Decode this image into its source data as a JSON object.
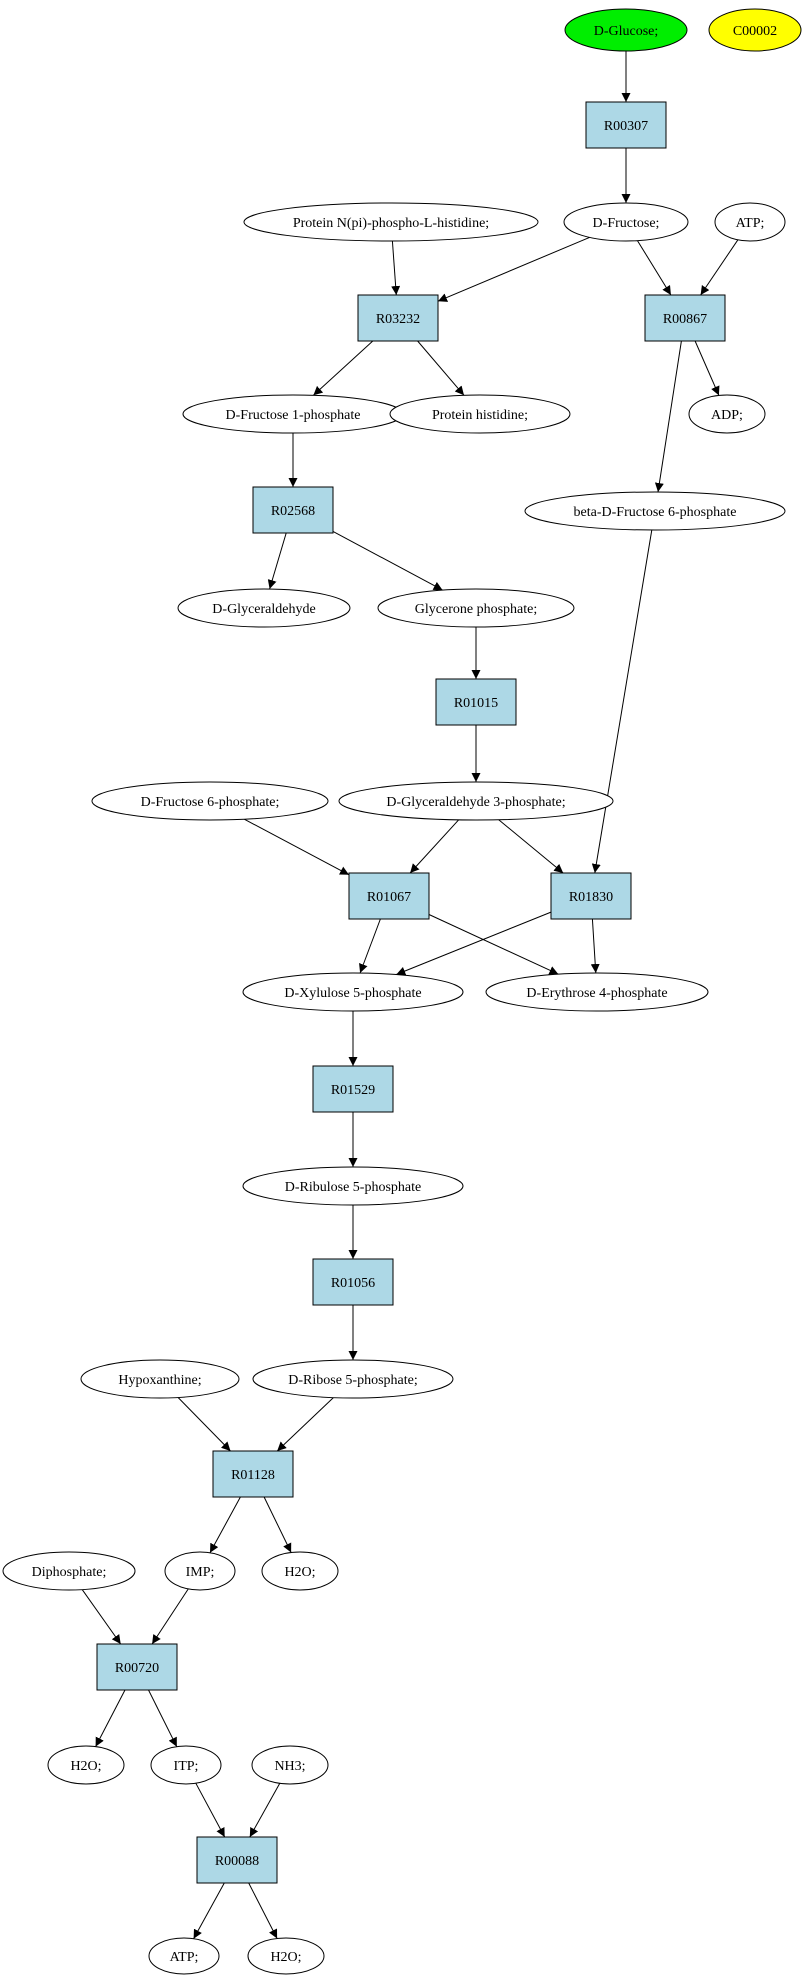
{
  "colors": {
    "reaction_fill": "#add8e6",
    "start_fill": "#00ee00",
    "highlight_fill": "#ffff00",
    "compound_fill": "#ffffff",
    "stroke": "#000000"
  },
  "diagram": {
    "nodes": [
      {
        "id": "glucose",
        "label": "D-Glucose;",
        "kind": "start"
      },
      {
        "id": "c00002",
        "label": "C00002",
        "kind": "highlight"
      },
      {
        "id": "r00307",
        "label": "R00307",
        "kind": "reaction"
      },
      {
        "id": "protein_nphos",
        "label": "Protein N(pi)-phospho-L-histidine;",
        "kind": "compound"
      },
      {
        "id": "fructose",
        "label": "D-Fructose;",
        "kind": "compound"
      },
      {
        "id": "atp1",
        "label": "ATP;",
        "kind": "compound"
      },
      {
        "id": "r03232",
        "label": "R03232",
        "kind": "reaction"
      },
      {
        "id": "r00867",
        "label": "R00867",
        "kind": "reaction"
      },
      {
        "id": "f1p",
        "label": "D-Fructose 1-phosphate",
        "kind": "compound"
      },
      {
        "id": "protein_his",
        "label": "Protein histidine;",
        "kind": "compound"
      },
      {
        "id": "adp",
        "label": "ADP;",
        "kind": "compound"
      },
      {
        "id": "bf6p",
        "label": "beta-D-Fructose 6-phosphate",
        "kind": "compound"
      },
      {
        "id": "r02568",
        "label": "R02568",
        "kind": "reaction"
      },
      {
        "id": "glyceraldehyde",
        "label": "D-Glyceraldehyde",
        "kind": "compound"
      },
      {
        "id": "glycerone_p",
        "label": "Glycerone phosphate;",
        "kind": "compound"
      },
      {
        "id": "r01015",
        "label": "R01015",
        "kind": "reaction"
      },
      {
        "id": "f6p",
        "label": "D-Fructose 6-phosphate;",
        "kind": "compound"
      },
      {
        "id": "g3p",
        "label": "D-Glyceraldehyde 3-phosphate;",
        "kind": "compound"
      },
      {
        "id": "r01067",
        "label": "R01067",
        "kind": "reaction"
      },
      {
        "id": "r01830",
        "label": "R01830",
        "kind": "reaction"
      },
      {
        "id": "x5p",
        "label": "D-Xylulose 5-phosphate",
        "kind": "compound"
      },
      {
        "id": "e4p",
        "label": "D-Erythrose 4-phosphate",
        "kind": "compound"
      },
      {
        "id": "r01529",
        "label": "R01529",
        "kind": "reaction"
      },
      {
        "id": "ru5p",
        "label": "D-Ribulose 5-phosphate",
        "kind": "compound"
      },
      {
        "id": "r01056",
        "label": "R01056",
        "kind": "reaction"
      },
      {
        "id": "hypoxanthine",
        "label": "Hypoxanthine;",
        "kind": "compound"
      },
      {
        "id": "r5p",
        "label": "D-Ribose 5-phosphate;",
        "kind": "compound"
      },
      {
        "id": "r01128",
        "label": "R01128",
        "kind": "reaction"
      },
      {
        "id": "diphosphate",
        "label": "Diphosphate;",
        "kind": "compound"
      },
      {
        "id": "imp",
        "label": "IMP;",
        "kind": "compound"
      },
      {
        "id": "h2o1",
        "label": "H2O;",
        "kind": "compound"
      },
      {
        "id": "r00720",
        "label": "R00720",
        "kind": "reaction"
      },
      {
        "id": "h2o2",
        "label": "H2O;",
        "kind": "compound"
      },
      {
        "id": "itp",
        "label": "ITP;",
        "kind": "compound"
      },
      {
        "id": "nh3",
        "label": "NH3;",
        "kind": "compound"
      },
      {
        "id": "r00088",
        "label": "R00088",
        "kind": "reaction"
      },
      {
        "id": "atp2",
        "label": "ATP;",
        "kind": "compound"
      },
      {
        "id": "h2o3",
        "label": "H2O;",
        "kind": "compound"
      }
    ],
    "edges": [
      [
        "glucose",
        "r00307"
      ],
      [
        "r00307",
        "fructose"
      ],
      [
        "protein_nphos",
        "r03232"
      ],
      [
        "fructose",
        "r03232"
      ],
      [
        "fructose",
        "r00867"
      ],
      [
        "atp1",
        "r00867"
      ],
      [
        "r03232",
        "f1p"
      ],
      [
        "r03232",
        "protein_his"
      ],
      [
        "r00867",
        "adp"
      ],
      [
        "r00867",
        "bf6p"
      ],
      [
        "f1p",
        "r02568"
      ],
      [
        "r02568",
        "glyceraldehyde"
      ],
      [
        "r02568",
        "glycerone_p"
      ],
      [
        "glycerone_p",
        "r01015"
      ],
      [
        "r01015",
        "g3p"
      ],
      [
        "f6p",
        "r01067"
      ],
      [
        "g3p",
        "r01067"
      ],
      [
        "g3p",
        "r01830"
      ],
      [
        "bf6p",
        "r01830"
      ],
      [
        "r01067",
        "x5p"
      ],
      [
        "r01067",
        "e4p"
      ],
      [
        "r01830",
        "x5p"
      ],
      [
        "r01830",
        "e4p"
      ],
      [
        "x5p",
        "r01529"
      ],
      [
        "r01529",
        "ru5p"
      ],
      [
        "ru5p",
        "r01056"
      ],
      [
        "r01056",
        "r5p"
      ],
      [
        "hypoxanthine",
        "r01128"
      ],
      [
        "r5p",
        "r01128"
      ],
      [
        "r01128",
        "imp"
      ],
      [
        "r01128",
        "h2o1"
      ],
      [
        "diphosphate",
        "r00720"
      ],
      [
        "imp",
        "r00720"
      ],
      [
        "r00720",
        "h2o2"
      ],
      [
        "r00720",
        "itp"
      ],
      [
        "itp",
        "r00088"
      ],
      [
        "nh3",
        "r00088"
      ],
      [
        "r00088",
        "atp2"
      ],
      [
        "r00088",
        "h2o3"
      ]
    ]
  }
}
